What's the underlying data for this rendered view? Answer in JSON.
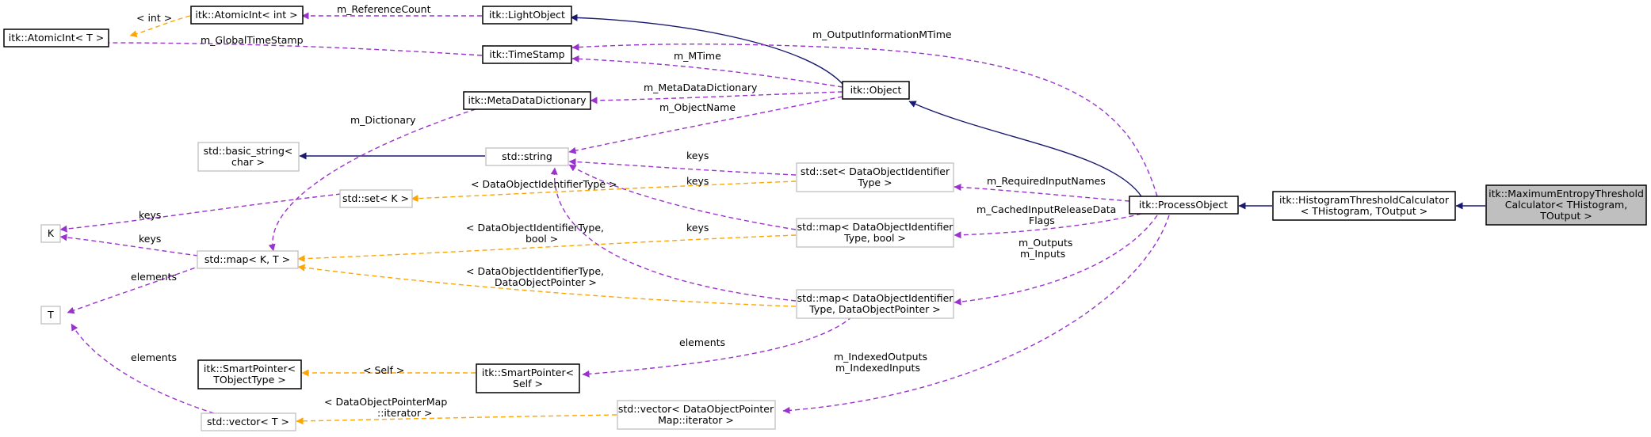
{
  "colors": {
    "inheritance": "#191970",
    "usage": "#9a32cd",
    "template": "#ffa500",
    "selected_fill": "#bfbfbf",
    "weak_border": "#bfbfbf"
  },
  "nodes": {
    "atomicint_t": {
      "lines": [
        "itk::AtomicInt< T >"
      ]
    },
    "atomicint_int": {
      "lines": [
        "itk::AtomicInt< int >"
      ]
    },
    "lightobject": {
      "lines": [
        "itk::LightObject"
      ]
    },
    "timestamp": {
      "lines": [
        "itk::TimeStamp"
      ]
    },
    "metadatadictionary": {
      "lines": [
        "itk::MetaDataDictionary"
      ]
    },
    "object": {
      "lines": [
        "itk::Object"
      ]
    },
    "basic_string": {
      "lines": [
        "std::basic_string<",
        "char >"
      ]
    },
    "string": {
      "lines": [
        "std::string"
      ]
    },
    "set_k": {
      "lines": [
        "std::set< K >"
      ]
    },
    "k": {
      "lines": [
        "K"
      ]
    },
    "map_kt": {
      "lines": [
        "std::map< K, T >"
      ]
    },
    "t": {
      "lines": [
        "T"
      ]
    },
    "smartpointer_tobj": {
      "lines": [
        "itk::SmartPointer<",
        "TObjectType >"
      ]
    },
    "smartpointer_self": {
      "lines": [
        "itk::SmartPointer<",
        "Self >"
      ]
    },
    "vector_t": {
      "lines": [
        "std::vector< T >"
      ]
    },
    "set_doi": {
      "lines": [
        "std::set< DataObjectIdentifier",
        "Type >"
      ]
    },
    "map_doi_bool": {
      "lines": [
        "std::map< DataObjectIdentifier",
        "Type, bool >"
      ]
    },
    "map_doi_dop": {
      "lines": [
        "std::map< DataObjectIdentifier",
        "Type, DataObjectPointer >"
      ]
    },
    "vector_dopm": {
      "lines": [
        "std::vector< DataObjectPointer",
        "Map::iterator >"
      ]
    },
    "processobject": {
      "lines": [
        "itk::ProcessObject"
      ]
    },
    "histogramthreshold": {
      "lines": [
        "itk::HistogramThresholdCalculator",
        "< THistogram, TOutput >"
      ]
    },
    "maximumentropy": {
      "lines": [
        "itk::MaximumEntropyThreshold",
        "Calculator< THistogram,",
        "TOutput >"
      ]
    }
  },
  "edge_labels": {
    "int_arg": "< int >",
    "m_referencecount": "m_ReferenceCount",
    "m_globaltimestamp": "m_GlobalTimeStamp",
    "m_outputinformationmtime": "m_OutputInformationMTime",
    "m_mtime": "m_MTime",
    "m_metadatadictionary": "m_MetaDataDictionary",
    "m_objectname": "m_ObjectName",
    "m_dictionary": "m_Dictionary",
    "keys_set": "keys",
    "keys_map_bool": "keys",
    "keys_map_dop": "keys",
    "doi_type": "< DataObjectIdentifierType >",
    "keys_k1": "keys",
    "keys_k2": "keys",
    "doi_bool_1": "< DataObjectIdentifierType,",
    "doi_bool_2": "bool >",
    "doi_dop_1": "< DataObjectIdentifierType,",
    "doi_dop_2": "DataObjectPointer >",
    "elements_t": "elements",
    "elements_vector": "elements",
    "elements_sp": "elements",
    "self_arg": "< Self >",
    "dopm_iter_1": "< DataObjectPointerMap",
    "dopm_iter_2": "::iterator >",
    "m_requiredinputnames": "m_RequiredInputNames",
    "m_cachedinputreleasedataflags_1": "m_CachedInputReleaseData",
    "m_cachedinputreleasedataflags_2": "Flags",
    "m_outputs": "m_Outputs",
    "m_inputs": "m_Inputs",
    "m_indexedoutputs": "m_IndexedOutputs",
    "m_indexedinputs": "m_IndexedInputs"
  }
}
